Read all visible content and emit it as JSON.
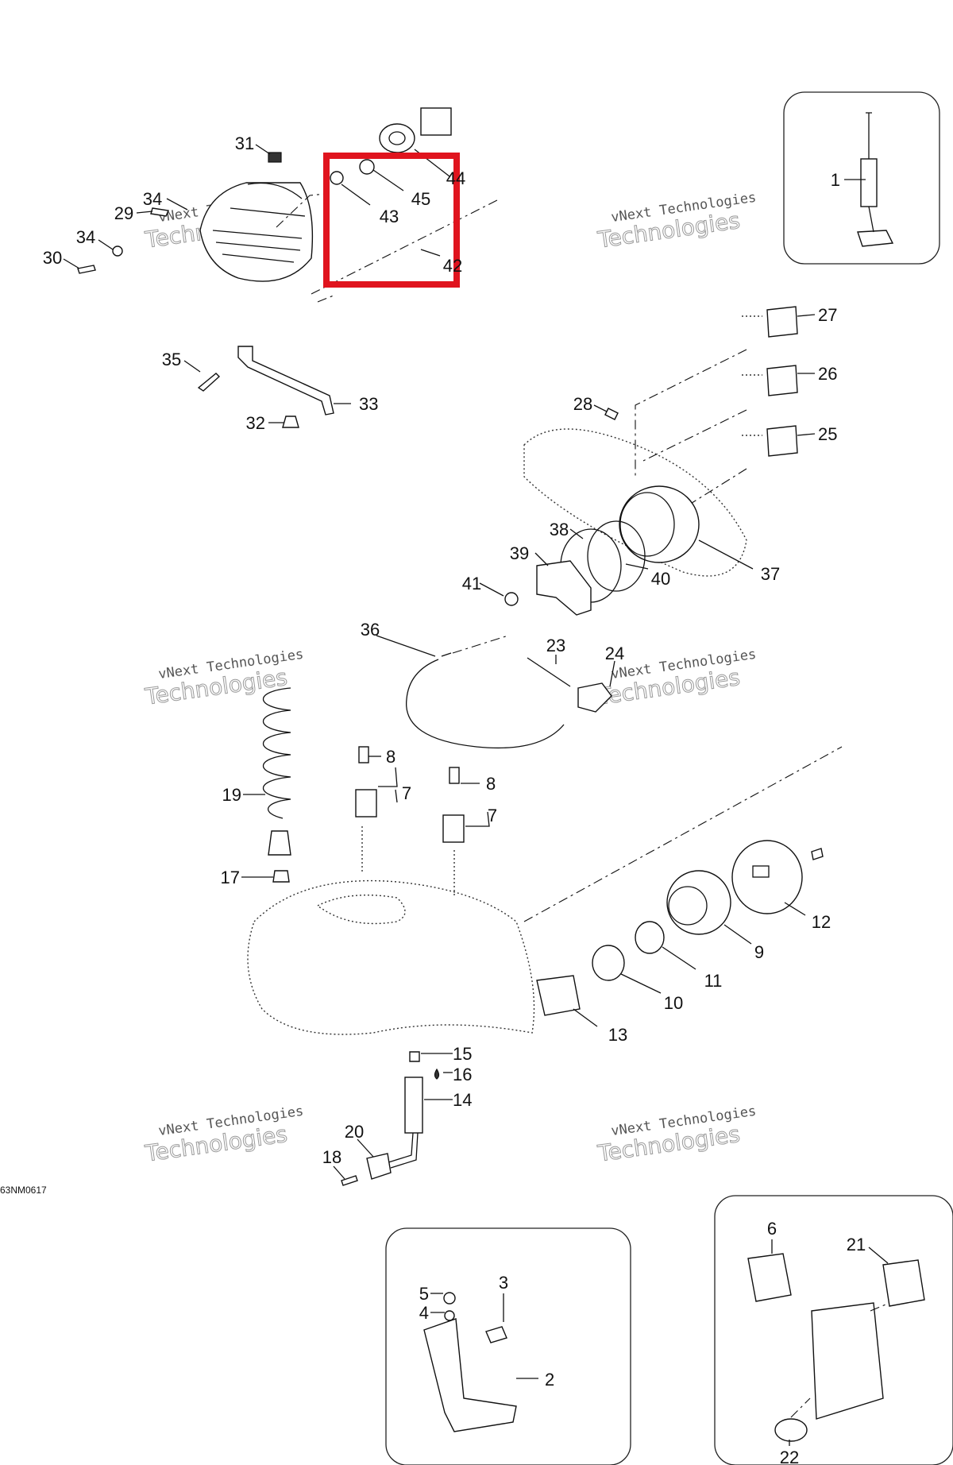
{
  "diagram": {
    "drawing_ref": "63NM0617",
    "callouts": [
      {
        "id": "c1",
        "label": "1"
      },
      {
        "id": "c2",
        "label": "2"
      },
      {
        "id": "c3",
        "label": "3"
      },
      {
        "id": "c4",
        "label": "4"
      },
      {
        "id": "c5",
        "label": "5"
      },
      {
        "id": "c6",
        "label": "6"
      },
      {
        "id": "c7a",
        "label": "7"
      },
      {
        "id": "c7b",
        "label": "7"
      },
      {
        "id": "c8a",
        "label": "8"
      },
      {
        "id": "c8b",
        "label": "8"
      },
      {
        "id": "c9",
        "label": "9"
      },
      {
        "id": "c10",
        "label": "10"
      },
      {
        "id": "c11",
        "label": "11"
      },
      {
        "id": "c12",
        "label": "12"
      },
      {
        "id": "c13",
        "label": "13"
      },
      {
        "id": "c14",
        "label": "14"
      },
      {
        "id": "c15",
        "label": "15"
      },
      {
        "id": "c16",
        "label": "16"
      },
      {
        "id": "c17",
        "label": "17"
      },
      {
        "id": "c18",
        "label": "18"
      },
      {
        "id": "c19",
        "label": "19"
      },
      {
        "id": "c20",
        "label": "20"
      },
      {
        "id": "c21",
        "label": "21"
      },
      {
        "id": "c22",
        "label": "22"
      },
      {
        "id": "c23",
        "label": "23"
      },
      {
        "id": "c24",
        "label": "24"
      },
      {
        "id": "c25",
        "label": "25"
      },
      {
        "id": "c26",
        "label": "26"
      },
      {
        "id": "c27",
        "label": "27"
      },
      {
        "id": "c28",
        "label": "28"
      },
      {
        "id": "c29",
        "label": "29"
      },
      {
        "id": "c30",
        "label": "30"
      },
      {
        "id": "c31",
        "label": "31"
      },
      {
        "id": "c32",
        "label": "32"
      },
      {
        "id": "c33",
        "label": "33"
      },
      {
        "id": "c34a",
        "label": "34"
      },
      {
        "id": "c34b",
        "label": "34"
      },
      {
        "id": "c35",
        "label": "35"
      },
      {
        "id": "c36",
        "label": "36"
      },
      {
        "id": "c37",
        "label": "37"
      },
      {
        "id": "c38",
        "label": "38"
      },
      {
        "id": "c39",
        "label": "39"
      },
      {
        "id": "c40",
        "label": "40"
      },
      {
        "id": "c41",
        "label": "41"
      },
      {
        "id": "c42",
        "label": "42"
      },
      {
        "id": "c43",
        "label": "43"
      },
      {
        "id": "c44",
        "label": "44"
      },
      {
        "id": "c45",
        "label": "45"
      }
    ],
    "highlight_color": "#e0141e"
  },
  "watermark": {
    "line1": "vNext Technologies",
    "line2": "Technologies"
  }
}
